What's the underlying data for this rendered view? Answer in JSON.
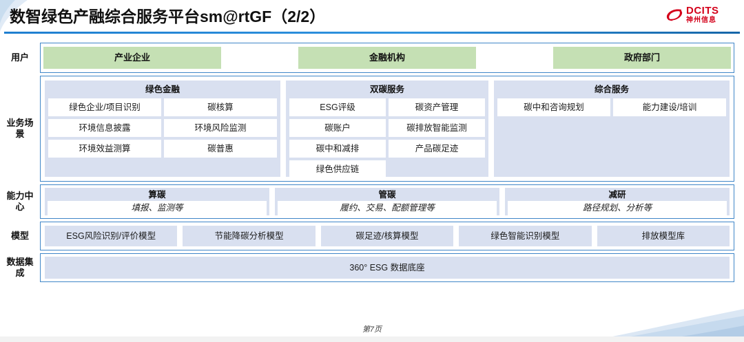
{
  "header": {
    "title": "数智绿色产融综合服务平台sm@rtGF（2/2）",
    "logo_en": "DCITS",
    "logo_cn": "神州信息",
    "brand_color": "#d4001a",
    "rule_color": "#1f7fd0"
  },
  "rows": {
    "user": {
      "label": "用户",
      "boxes": [
        {
          "label": "产业企业"
        },
        {
          "label": "金融机构"
        },
        {
          "label": "政府部门"
        }
      ],
      "box_color": "#c5e0b4"
    },
    "scenario": {
      "label": "业务场景",
      "panel_color": "#d9e0f0",
      "groups": [
        {
          "title": "绿色金融",
          "items": [
            "绿色企业/项目识别",
            "碳核算",
            "环境信息披露",
            "环境风险监测",
            "环境效益测算",
            "碳普惠"
          ]
        },
        {
          "title": "双碳服务",
          "items": [
            "ESG评级",
            "碳资产管理",
            "碳账户",
            "碳排放智能监测",
            "碳中和减排",
            "产品碳足迹",
            "绿色供应链"
          ]
        },
        {
          "title": "综合服务",
          "items": [
            "碳中和咨询规划",
            "能力建设/培训"
          ]
        }
      ]
    },
    "capability": {
      "label": "能力中心",
      "groups": [
        {
          "title": "算碳",
          "subtitle": "填报、监测等"
        },
        {
          "title": "管碳",
          "subtitle": "履约、交易、配额管理等"
        },
        {
          "title": "减研",
          "subtitle": "路径规划、分析等"
        }
      ]
    },
    "model": {
      "label": "模型",
      "items": [
        "ESG风险识别/评价模型",
        "节能降碳分析模型",
        "碳足迹/核算模型",
        "绿色智能识别模型",
        "排放模型库"
      ]
    },
    "data": {
      "label": "数据集成",
      "items": [
        "360° ESG 数据底座"
      ]
    }
  },
  "footer": {
    "page_label": "第7页"
  }
}
